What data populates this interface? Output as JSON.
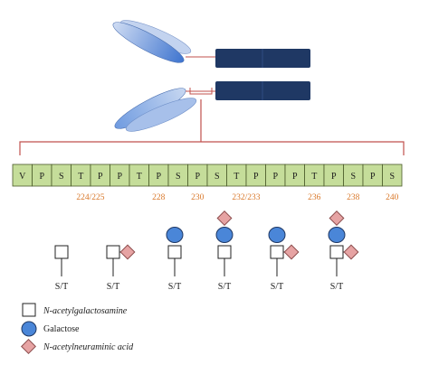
{
  "sequence": [
    "V",
    "P",
    "S",
    "T",
    "P",
    "P",
    "T",
    "P",
    "S",
    "P",
    "S",
    "T",
    "P",
    "P",
    "P",
    "T",
    "P",
    "S",
    "P",
    "S"
  ],
  "positions": [
    {
      "label": "224/225",
      "residue_index": 3.5
    },
    {
      "label": "228",
      "residue_index": 7
    },
    {
      "label": "230",
      "residue_index": 9
    },
    {
      "label": "232/233",
      "residue_index": 11.5
    },
    {
      "label": "236",
      "residue_index": 15
    },
    {
      "label": "238",
      "residue_index": 17
    },
    {
      "label": "240",
      "residue_index": 19
    }
  ],
  "glycoforms": [
    {
      "id": "g1",
      "base": "N-acetylgalactosamine",
      "side": [],
      "top": [],
      "site_label": "S/T"
    },
    {
      "id": "g2",
      "base": "N-acetylgalactosamine",
      "side": [
        "N-acetylneuraminic acid"
      ],
      "top": [],
      "site_label": "S/T"
    },
    {
      "id": "g3",
      "base": "N-acetylgalactosamine",
      "side": [],
      "top": [
        "Galactose"
      ],
      "site_label": "S/T"
    },
    {
      "id": "g4",
      "base": "N-acetylgalactosamine",
      "side": [],
      "top": [
        "Galactose",
        "N-acetylneuraminic acid"
      ],
      "site_label": "S/T"
    },
    {
      "id": "g5",
      "base": "N-acetylgalactosamine",
      "side": [
        "N-acetylneuraminic acid"
      ],
      "top": [
        "Galactose"
      ],
      "site_label": "S/T"
    },
    {
      "id": "g6",
      "base": "N-acetylgalactosamine",
      "side": [
        "N-acetylneuraminic acid"
      ],
      "top": [
        "Galactose",
        "N-acetylneuraminic acid"
      ],
      "site_label": "S/T"
    }
  ],
  "legend": {
    "galnac": "N-acetylgalactosamine",
    "galactose": "Galactose",
    "neu5ac": "N-acetylneuraminic acid"
  },
  "colors": {
    "sequence_fill": "#c5dd9a",
    "sequence_stroke": "#4a5a2a",
    "bracket": "#c0504d",
    "position_label": "#d9782a",
    "fc_domain": "#1f3864",
    "fab_light": "#b4c7e7",
    "fab_dark": "#4f81d7",
    "galactose": "#4a86d8",
    "neu5ac": "#e6a3a3",
    "galnac": "#ffffff"
  },
  "icons": {
    "galnac": "white-square",
    "galactose": "blue-circle",
    "neu5ac": "pink-diamond"
  }
}
